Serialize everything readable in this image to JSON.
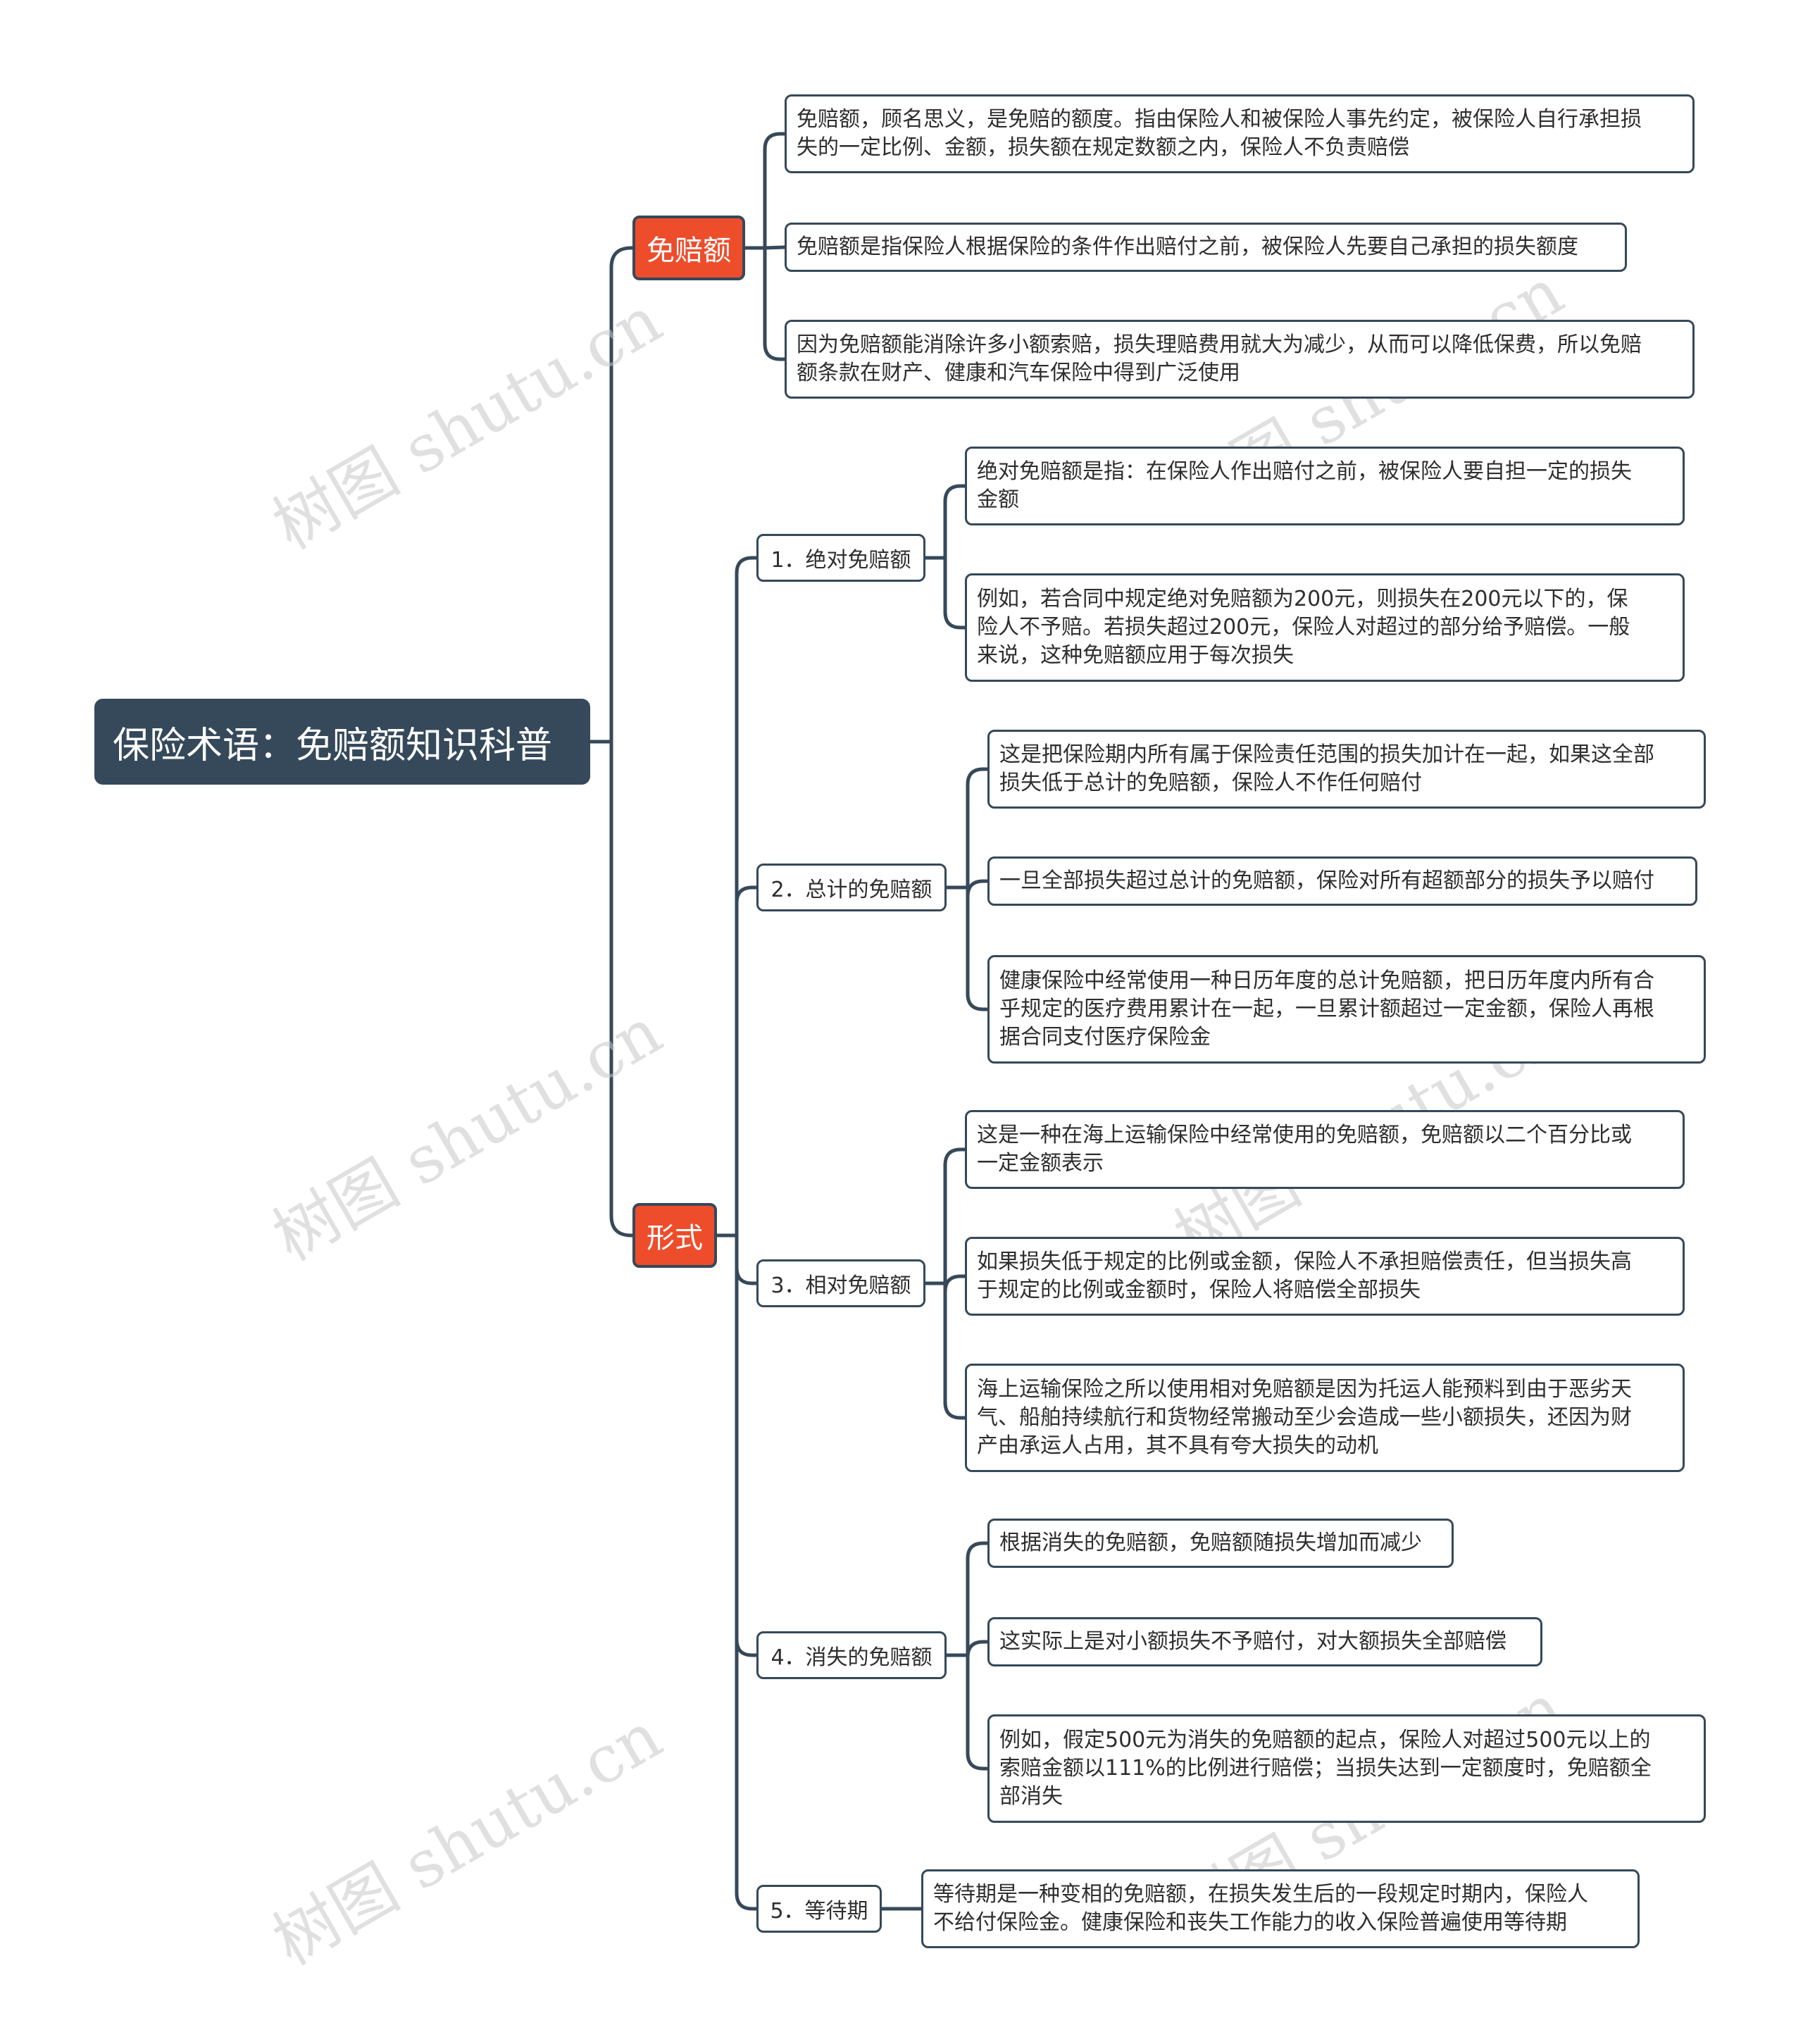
{
  "root": "保险术语：免赔额知识科普",
  "categories": [
    {
      "label": "免赔额",
      "leaves": [
        "免赔额，顾名思义，是免赔的额度。指由保险人和被保险人事先约定，被保险人自行承担损\n失的一定比例、金额，损失额在规定数额之内，保险人不负责赔偿",
        "免赔额是指保险人根据保险的条件作出赔付之前，被保险人先要自己承担的损失额度",
        "因为免赔额能消除许多小额索赔，损失理赔费用就大为减少，从而可以降低保费，所以免赔\n额条款在财产、健康和汽车保险中得到广泛使用"
      ]
    },
    {
      "label": "形式",
      "subs": [
        {
          "label": "1．绝对免赔额",
          "leaves": [
            "绝对免赔额是指：在保险人作出赔付之前，被保险人要自担一定的损失\n金额",
            "例如，若合同中规定绝对免赔额为200元，则损失在200元以下的，保\n险人不予赔。若损失超过200元，保险人对超过的部分给予赔偿。一般\n来说，这种免赔额应用于每次损失"
          ]
        },
        {
          "label": "2．总计的免赔额",
          "leaves": [
            "这是把保险期内所有属于保险责任范围的损失加计在一起，如果这全部\n损失低于总计的免赔额，保险人不作任何赔付",
            "一旦全部损失超过总计的免赔额，保险对所有超额部分的损失予以赔付",
            "健康保险中经常使用一种日历年度的总计免赔额，把日历年度内所有合\n乎规定的医疗费用累计在一起，一旦累计额超过一定金额，保险人再根\n据合同支付医疗保险金"
          ]
        },
        {
          "label": "3．相对免赔额",
          "leaves": [
            "这是一种在海上运输保险中经常使用的免赔额，免赔额以二个百分比或\n一定金额表示",
            "如果损失低于规定的比例或金额，保险人不承担赔偿责任，但当损失高\n于规定的比例或金额时，保险人将赔偿全部损失",
            "海上运输保险之所以使用相对免赔额是因为托运人能预料到由于恶劣天\n气、船舶持续航行和货物经常搬动至少会造成一些小额损失，还因为财\n产由承运人占用，其不具有夸大损失的动机"
          ]
        },
        {
          "label": "4．消失的免赔额",
          "leaves": [
            "根据消失的免赔额，免赔额随损失增加而减少",
            "这实际上是对小额损失不予赔付，对大额损失全部赔偿",
            "例如，假定500元为消失的免赔额的起点，保险人对超过500元以上的\n索赔金额以111%的比例进行赔偿；当损失达到一定额度时，免赔额全\n部消失"
          ]
        },
        {
          "label": "5．等待期",
          "leaves": [
            "等待期是一种变相的免赔额，在损失发生后的一段规定时期内，保险人\n不给付保险金。健康保险和丧失工作能力的收入保险普遍使用等待期"
          ]
        }
      ]
    }
  ],
  "watermark": "树图 shutu.cn",
  "colors": {
    "root": "#35495a",
    "category": "#ee4d2c",
    "line": "#35495a"
  }
}
